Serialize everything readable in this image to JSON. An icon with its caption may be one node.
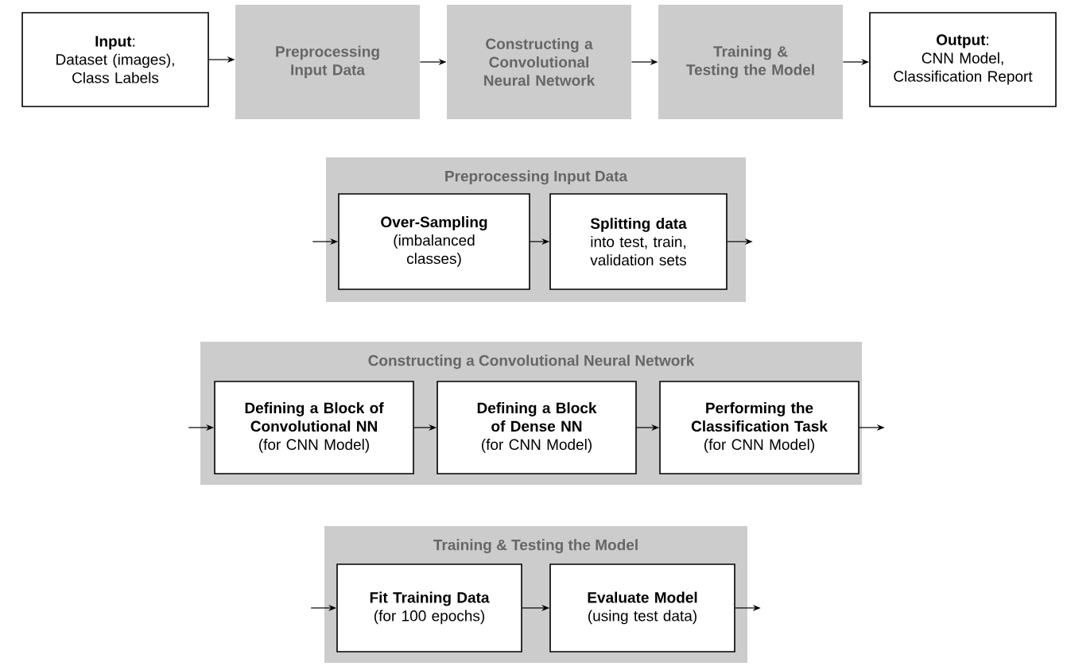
{
  "diagram": {
    "nodes": [
      {
        "text": [
          "**Input**:",
          "Dataset (images), Class Labels"
        ]
      },
      {
        "text": [
          "Preprocessing Input Data"
        ]
      },
      {
        "text": [
          "Constructing a Convolutional Neural Network"
        ]
      },
      {
        "text": [
          "Training & Testing the Model"
        ]
      },
      {
        "text": [
          "**Output**:",
          "CNN Model, Classification Report"
        ]
      },
      {
        "text": [
          "Preprocessing Input Data"
        ]
      },
      {
        "text": [
          "Over-Sampling",
          "(imbalanced classes)"
        ],
        "in": 5
      },
      {
        "text": [
          "Splitting data",
          "into test, train, validation sets"
        ],
        "in": 5
      },
      {
        "text": [
          "Constructing a Convolutional Neural Network"
        ]
      },
      {
        "text": [
          "Defining a Block of Convolutional NN",
          "(for CNN Model)"
        ],
        "in": 8
      },
      {
        "text": [
          "Defining a Block of Dense NN",
          "(for CNN Model)"
        ],
        "in": 8
      },
      {
        "text": [
          "Performing the Classification Task",
          "(for CNN Model)"
        ],
        "in": 8
      },
      {
        "text": [
          "Training & Testing the Model"
        ]
      },
      {
        "text": [
          "Fit Training Data",
          "(for 100 epochs)"
        ],
        "in": 12
      },
      {
        "text": [
          "Evaluate Model",
          "(using test data)"
        ],
        "in": 12
      }
    ],
    "edges": [
      {
        "from": 0,
        "to": 1,
        "arrow": "to"
      },
      {
        "from": 1,
        "to": 2,
        "arrow": "to"
      },
      {
        "from": 2,
        "to": 3,
        "arrow": "to"
      },
      {
        "from": 3,
        "to": 4,
        "arrow": "to"
      },
      {
        "from": null,
        "to": 6,
        "arrow": "to"
      },
      {
        "from": 6,
        "to": 7,
        "arrow": "to"
      },
      {
        "from": 7,
        "to": null,
        "arrow": "to"
      },
      {
        "from": null,
        "to": 9,
        "arrow": "to"
      },
      {
        "from": 9,
        "to": 10,
        "arrow": "to"
      },
      {
        "from": 10,
        "to": 11,
        "arrow": "to"
      },
      {
        "from": 11,
        "to": null,
        "arrow": "to"
      },
      {
        "from": null,
        "to": 13,
        "arrow": "to"
      },
      {
        "from": 13,
        "to": 14,
        "arrow": "to"
      },
      {
        "from": 14,
        "to": null,
        "arrow": "to"
      }
    ]
  }
}
